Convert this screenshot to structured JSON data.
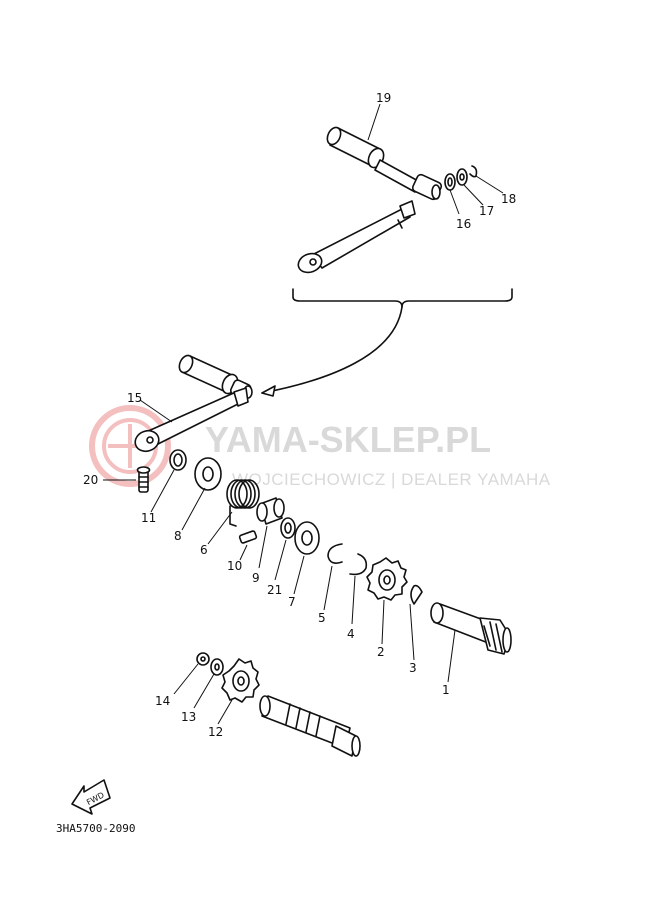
{
  "diagram": {
    "code": "3HA5700-2090",
    "fwd_label": "FWD",
    "watermark": {
      "brand": "YAMA-SKLEP.PL",
      "dealer_line": "WOJCIECHOWICZ | DEALER YAMAHA",
      "color": "#d9d9d9",
      "logo_color": "#f3b5b5"
    },
    "callouts": [
      "19",
      "16",
      "17",
      "18",
      "15",
      "20",
      "11",
      "8",
      "6",
      "10",
      "9",
      "21",
      "7",
      "5",
      "4",
      "2",
      "3",
      "1",
      "14",
      "13",
      "12"
    ]
  }
}
